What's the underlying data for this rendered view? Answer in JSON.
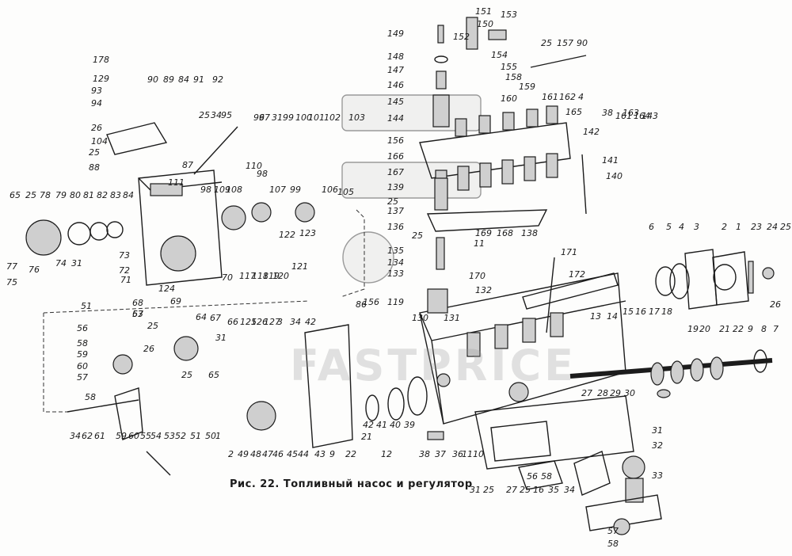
{
  "caption": "Рис. 22. Топливный насос и регулятор",
  "watermark": "FASTPRICE",
  "callouts": [
    "151",
    "153",
    "149",
    "150",
    "152",
    "25",
    "157",
    "90",
    "148",
    "154",
    "155",
    "147",
    "158",
    "146",
    "159",
    "145",
    "160",
    "161",
    "162",
    "4",
    "144",
    "165",
    "38",
    "163",
    "161",
    "164",
    "143",
    "156",
    "142",
    "166",
    "141",
    "167",
    "140",
    "139",
    "25",
    "169",
    "168",
    "138",
    "137",
    "136",
    "25",
    "11",
    "135",
    "134",
    "133",
    "170",
    "132",
    "119",
    "130",
    "131",
    "171",
    "172",
    "86",
    "156",
    "178",
    "129",
    "90",
    "89",
    "84",
    "91",
    "92",
    "93",
    "94",
    "26",
    "25",
    "34",
    "95",
    "96",
    "97",
    "31",
    "99",
    "100",
    "101",
    "102",
    "103",
    "104",
    "25",
    "88",
    "87",
    "111",
    "110",
    "98",
    "98",
    "109",
    "108",
    "107",
    "99",
    "106",
    "105",
    "78",
    "79",
    "80",
    "81",
    "82",
    "83",
    "84",
    "65",
    "25",
    "77",
    "76",
    "75",
    "74",
    "31",
    "73",
    "72",
    "71",
    "70",
    "117",
    "118",
    "119",
    "120",
    "121",
    "122",
    "123",
    "124",
    "69",
    "68",
    "63",
    "64",
    "67",
    "31",
    "66",
    "125",
    "126",
    "127",
    "3",
    "34",
    "42",
    "51",
    "56",
    "58",
    "59",
    "60",
    "57",
    "58",
    "57",
    "25",
    "26",
    "25",
    "65",
    "34",
    "62",
    "61",
    "59",
    "60",
    "55",
    "54",
    "53",
    "52",
    "51",
    "50",
    "1",
    "2",
    "49",
    "48",
    "47",
    "46",
    "45",
    "44",
    "43",
    "9",
    "22",
    "21",
    "42",
    "41",
    "40",
    "39",
    "38",
    "37",
    "36",
    "11",
    "10",
    "12",
    "13",
    "14",
    "15",
    "16",
    "17",
    "18",
    "19",
    "20",
    "21",
    "22",
    "9",
    "8",
    "7",
    "6",
    "5",
    "4",
    "3",
    "2",
    "1",
    "23",
    "24",
    "25",
    "26",
    "27",
    "28",
    "29",
    "30",
    "31",
    "32",
    "33",
    "34",
    "35",
    "16",
    "25",
    "27",
    "25",
    "31",
    "58",
    "56",
    "57",
    "58"
  ]
}
